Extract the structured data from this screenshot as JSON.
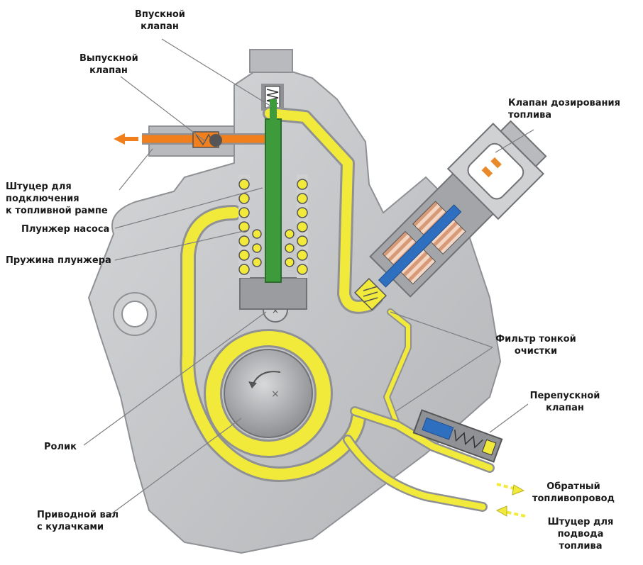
{
  "labels": {
    "inlet_valve": "Впускной\nклапан",
    "outlet_valve": "Выпускной\nклапан",
    "rail_connector": "Штуцер для подключения\nк топливной рампе",
    "plunger": "Плунжер насоса",
    "plunger_spring": "Пружина плунжера",
    "roller": "Ролик",
    "camshaft": "Приводной вал\nс кулачками",
    "metering_valve": "Клапан дозирования\nтоплива",
    "fine_filter": "Фильтр тонкой\nочистки",
    "bypass_valve": "Перепускной\nклапан",
    "return_line": "Обратный\nтопливопровод",
    "supply_connector": "Штуцер для подвода\nтоплива"
  },
  "colors": {
    "fuel": "#f2ea3a",
    "high_pressure": "#f07f1c",
    "plunger": "#3e9b3c",
    "housing": "#c9cacc",
    "housing_dark": "#a3a5a8",
    "valve_spool": "#2f6fc0",
    "coil": "#d79a78"
  },
  "icons": {
    "rotation_arrow": "curved-arrow-icon",
    "flow_arrow": "arrow-icon"
  }
}
